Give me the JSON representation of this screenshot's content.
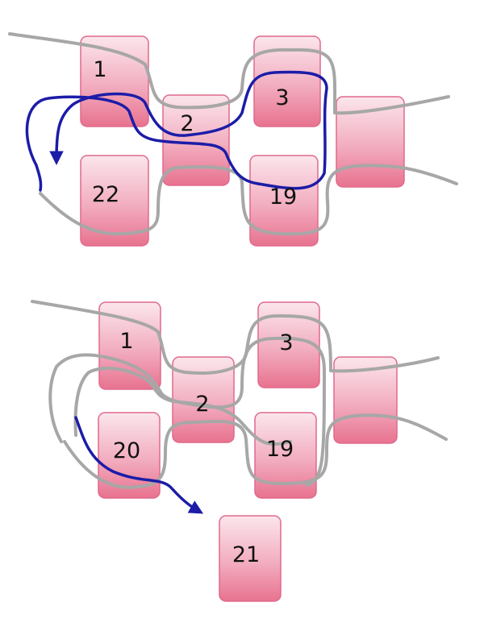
{
  "colors": {
    "tile_top": "#fbe6ec",
    "tile_bottom": "#e8728f",
    "tile_border": "#e06a8c",
    "wire": "#a7a7a7",
    "arrow": "#1c1ca8"
  },
  "top_panel": {
    "labels": {
      "b1": "1",
      "b2": "2",
      "b3": "3",
      "b19": "19",
      "b22": "22"
    }
  },
  "bottom_panel": {
    "labels": {
      "b1": "1",
      "b2": "2",
      "b3": "3",
      "b19": "19",
      "b20": "20",
      "b21": "21"
    }
  }
}
